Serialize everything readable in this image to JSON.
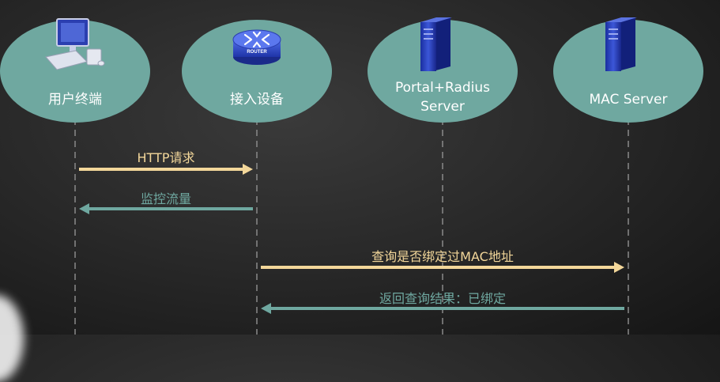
{
  "colors": {
    "node_fill": "#6fa8a0",
    "request_arrow": "#f3d79a",
    "response_arrow": "#6fa8a0",
    "lifeline": "#8a8a8a"
  },
  "nodes": [
    {
      "id": "user",
      "label": "用户终端",
      "icon": "computer-icon"
    },
    {
      "id": "access",
      "label": "接入设备",
      "icon": "router-icon",
      "icon_text": "ROUTER"
    },
    {
      "id": "portal",
      "label": "Portal+Radius\nServer",
      "icon": "server-icon"
    },
    {
      "id": "mac",
      "label": "MAC Server",
      "icon": "server-icon"
    }
  ],
  "messages": [
    {
      "label": "HTTP请求",
      "from": "user",
      "to": "access",
      "kind": "request"
    },
    {
      "label": "监控流量",
      "from": "access",
      "to": "user",
      "kind": "response"
    },
    {
      "label": "查询是否绑定过MAC地址",
      "from": "access",
      "to": "mac",
      "kind": "request"
    },
    {
      "label": "返回查询结果：已绑定",
      "from": "mac",
      "to": "access",
      "kind": "response"
    }
  ]
}
